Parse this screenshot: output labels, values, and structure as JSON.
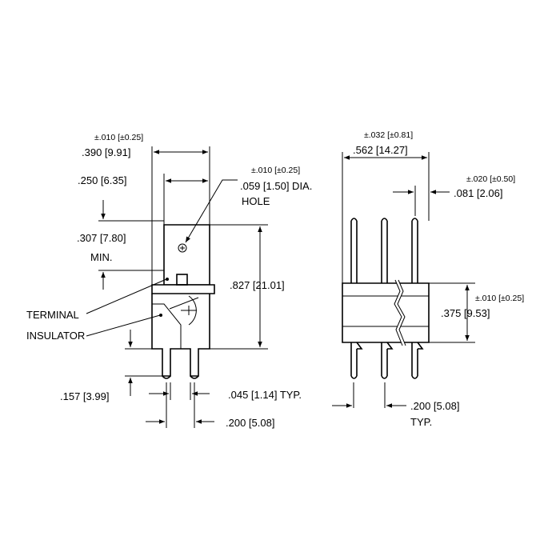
{
  "left_view": {
    "tol_overall": "±.010 [±0.25]",
    "overall_width": ".390 [9.91]",
    "tab_width": ".250 [6.35]",
    "tol_hole": "±.010 [±0.25]",
    "hole_dia": ".059 [1.50] DIA.",
    "hole_label": "HOLE",
    "tab_length": ".307 [7.80]",
    "tab_length_note": "MIN.",
    "height": ".827 [21.01]",
    "terminal_label": "TERMINAL",
    "insulator_label": "INSULATOR",
    "pin_length": ".157 [3.99]",
    "pin_width": ".045 [1.14] TYP.",
    "pin_pitch": ".200 [5.08]"
  },
  "right_view": {
    "tol_width": "±.032 [±0.81]",
    "width": ".562 [14.27]",
    "tol_pin": "±.020 [±0.50]",
    "pin_width": ".081 [2.06]",
    "tol_height": "±.010 [±0.25]",
    "insulator_height": ".375 [9.53]",
    "pitch": ".200 [5.08]",
    "pitch_note": "TYP."
  }
}
